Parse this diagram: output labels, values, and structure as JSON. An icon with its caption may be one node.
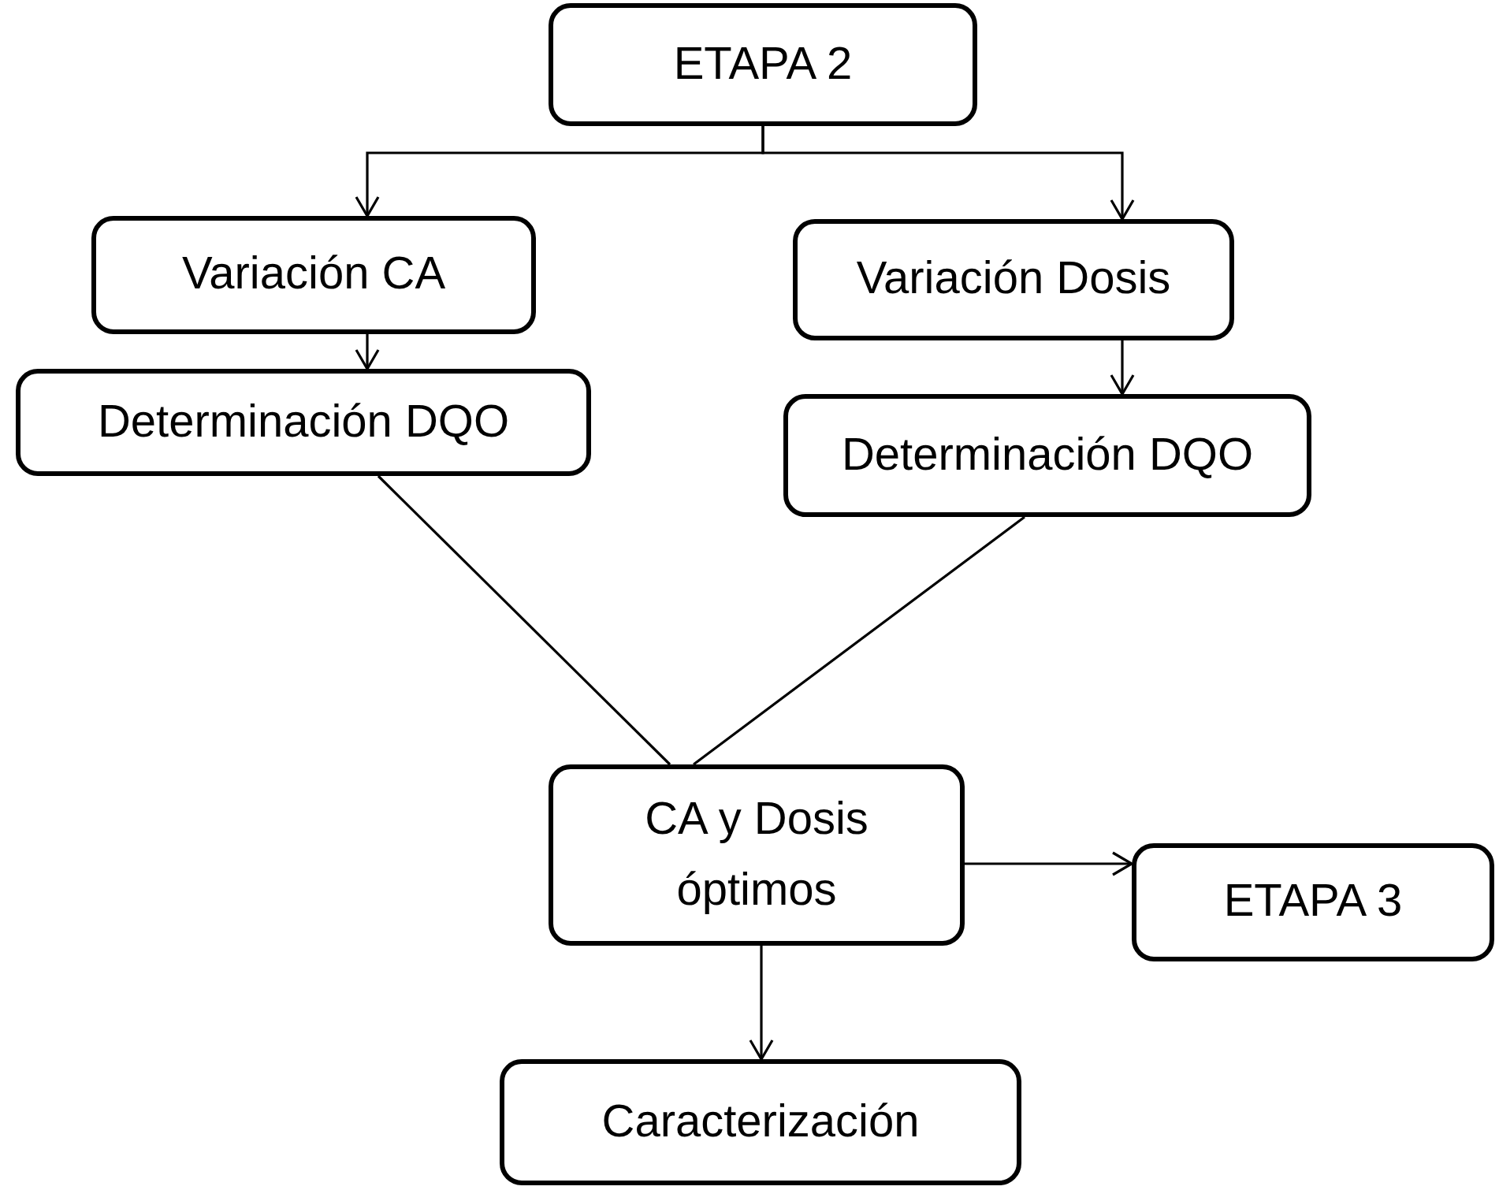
{
  "diagram": {
    "nodes": [
      {
        "text": [
          "ETAPA 2"
        ]
      },
      {
        "text": [
          "Variación CA"
        ]
      },
      {
        "text": [
          "Variación Dosis"
        ]
      },
      {
        "text": [
          "Determinación DQO"
        ]
      },
      {
        "text": [
          "Determinación DQO"
        ]
      },
      {
        "text": [
          "CA y Dosis óptimos"
        ]
      },
      {
        "text": [
          "ETAPA 3"
        ]
      },
      {
        "text": [
          "Caracterización"
        ]
      }
    ],
    "edges": [
      {
        "from": 0,
        "to": 1,
        "arrow": "to"
      },
      {
        "from": 0,
        "to": 2,
        "arrow": "to"
      },
      {
        "from": 1,
        "to": 3,
        "arrow": "to"
      },
      {
        "from": 2,
        "to": 4,
        "arrow": "to"
      },
      {
        "from": 3,
        "to": 5,
        "arrow": "none"
      },
      {
        "from": 4,
        "to": 5,
        "arrow": "none"
      },
      {
        "from": 5,
        "to": 6,
        "arrow": "to"
      },
      {
        "from": 5,
        "to": 7,
        "arrow": "to"
      }
    ]
  }
}
